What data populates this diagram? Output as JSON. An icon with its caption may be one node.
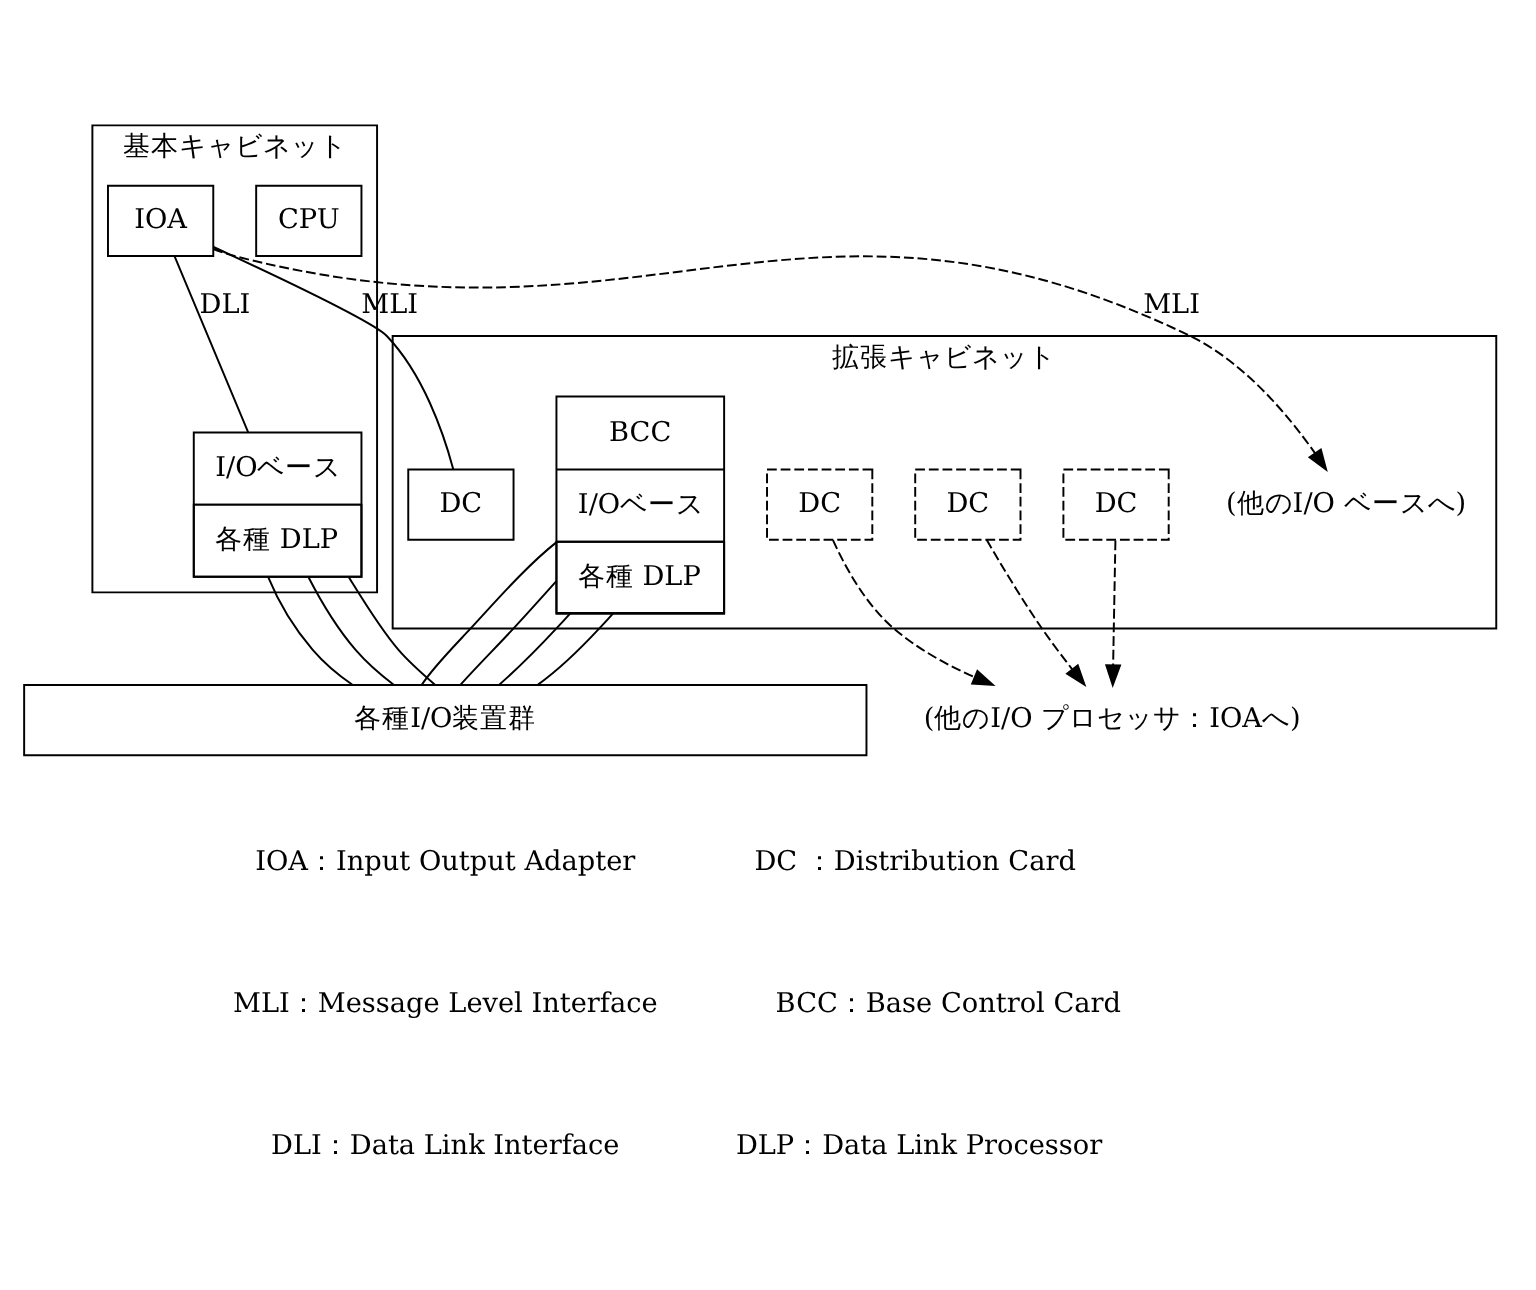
{
  "diagram": {
    "nodes": [
      {
        "text": [
          "基本キャビネット"
        ]
      },
      {
        "text": [
          "CPU"
        ],
        "in": 0
      },
      {
        "text": [
          "IOA"
        ],
        "in": 0
      },
      {
        "text": [
          "I/Oベース",
          "各種 DLP"
        ],
        "in": 0
      },
      {
        "text": [
          "拡張キャビネット"
        ]
      },
      {
        "text": [
          "DC"
        ],
        "in": 4
      },
      {
        "text": [
          "DC"
        ],
        "in": 4
      },
      {
        "text": [
          "DC"
        ],
        "in": 4
      },
      {
        "text": [
          "DC"
        ],
        "in": 4
      },
      {
        "text": [
          "BCC",
          "I/Oベース",
          "各種 DLP"
        ],
        "in": 4
      },
      {
        "text": [
          "(他のI/O ベースへ)"
        ],
        "in": 4
      },
      {
        "text": [
          "(他のI/O プロセッサ：IOAへ)"
        ]
      },
      {
        "text": [
          "各種I/O装置群"
        ]
      }
    ],
    "edges": [
      {
        "from": 2,
        "to": 10,
        "arrow": "to",
        "style": "dashed",
        "label": "MLI"
      },
      {
        "from": 2,
        "to": 5,
        "arrow": "none",
        "label": "MLI"
      },
      {
        "from": 2,
        "to": 3,
        "arrow": "none",
        "label": "DLI"
      },
      {
        "from": 6,
        "to": 11,
        "arrow": "to",
        "style": "dashed"
      },
      {
        "from": 7,
        "to": 11,
        "arrow": "to",
        "style": "dashed"
      },
      {
        "from": 8,
        "to": 11,
        "arrow": "to",
        "style": "dashed"
      },
      {
        "from": 3,
        "to": 12,
        "arrow": "none"
      },
      {
        "from": 3,
        "to": 12,
        "arrow": "none"
      },
      {
        "from": 3,
        "to": 12,
        "arrow": "none"
      },
      {
        "from": 9,
        "to": 12,
        "arrow": "none"
      },
      {
        "from": 9,
        "to": 12,
        "arrow": "none"
      },
      {
        "from": 9,
        "to": 12,
        "arrow": "none"
      },
      {
        "from": 9,
        "to": 12,
        "arrow": "none"
      }
    ],
    "labels": [
      "IOA：Input Output Adapter",
      "DC ：Distribution Card",
      "MLI：Message Level Interface",
      "BCC：Base Control Card",
      "DLI：Data Link Interface",
      "DLP：Data Link Processor"
    ]
  }
}
